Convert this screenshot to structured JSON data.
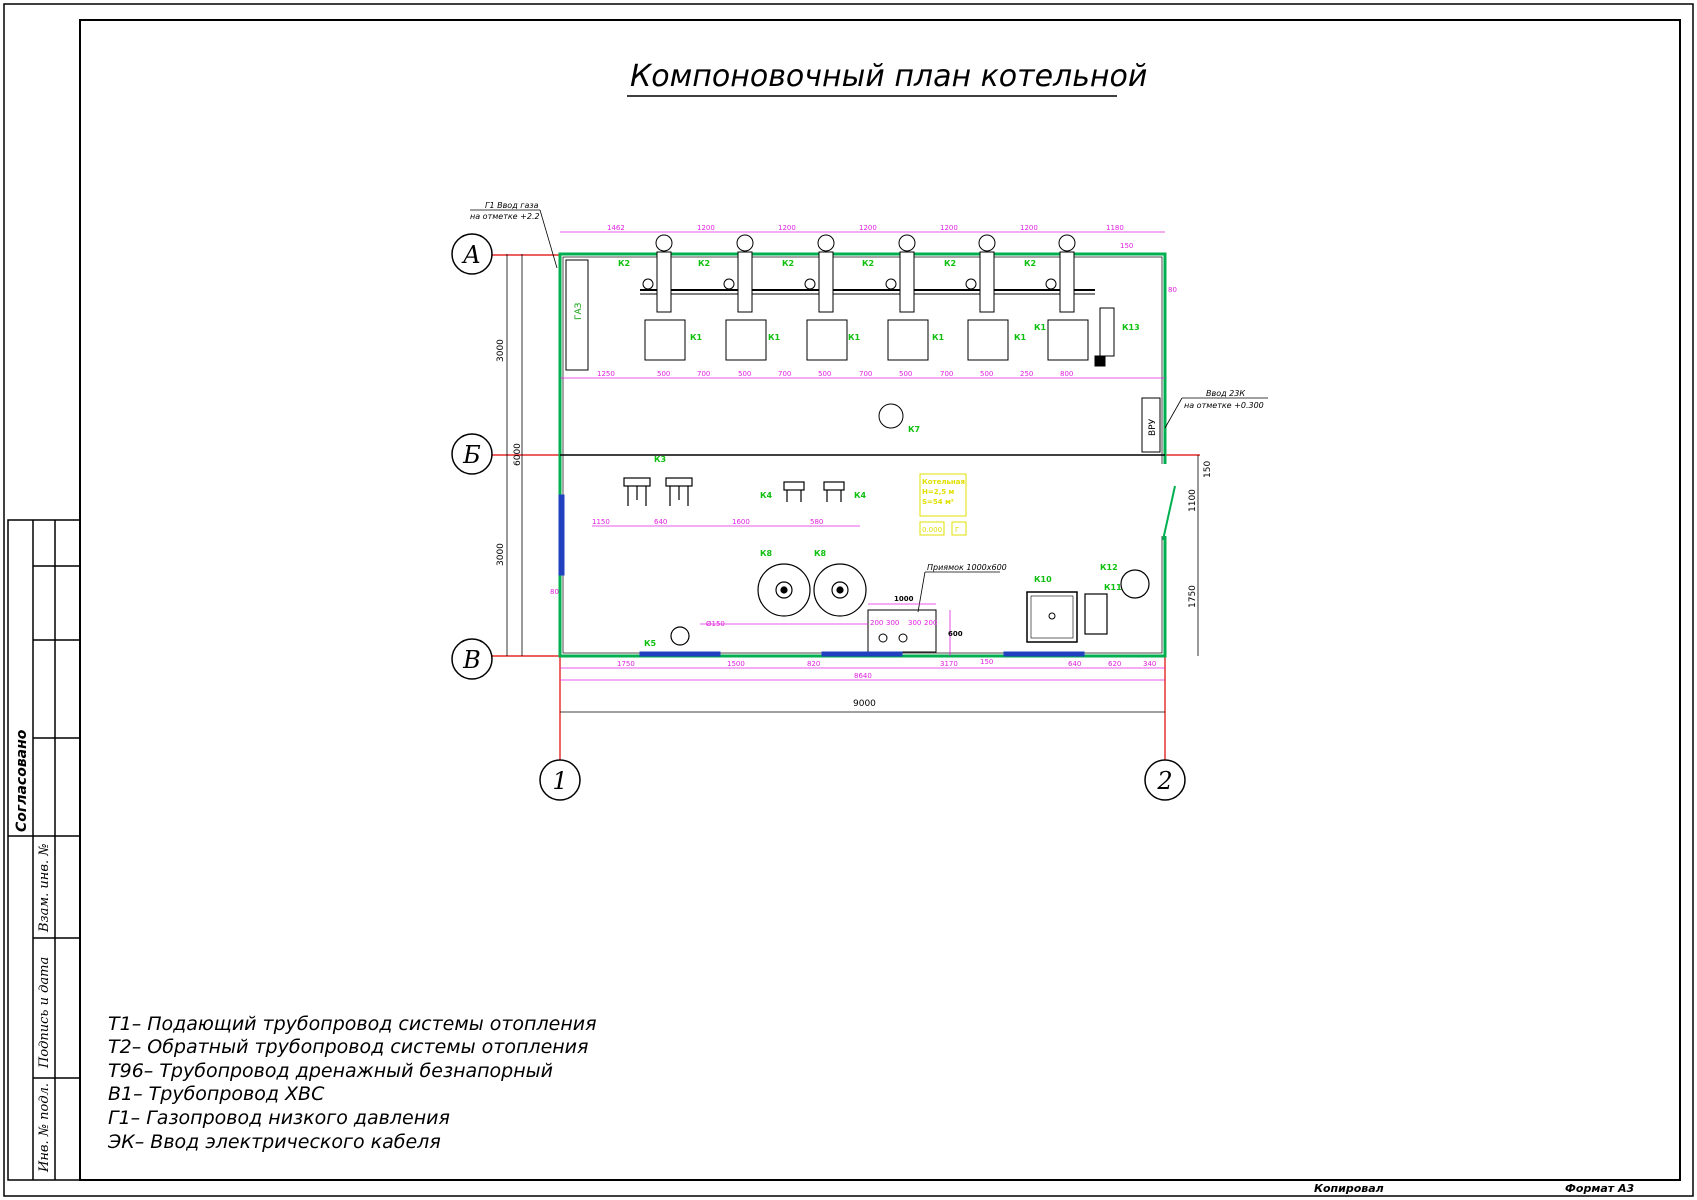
{
  "title": "Компоновочный план котельной",
  "gas_note": [
    "Г1 Ввод газа",
    "на отметке +2.2"
  ],
  "elec_note": [
    "Ввод 23К",
    "на отметке +0.300"
  ],
  "pit_label": "Приямок 1000х600",
  "axes_letters": [
    "А",
    "Б",
    "В"
  ],
  "axes_numbers": [
    "1",
    "2"
  ],
  "gas_label": "ГАЗ",
  "vru_label": "ВРУ",
  "room_info": [
    "Котельная",
    "H=2,5 м",
    "S=54 м²"
  ],
  "room_tags": [
    "0.000",
    "Г"
  ],
  "dims": {
    "top": [
      "1462",
      "1200",
      "1200",
      "1200",
      "1200",
      "1200",
      "1180"
    ],
    "mid": [
      "1250",
      "500",
      "700",
      "500",
      "700",
      "500",
      "700",
      "500",
      "700",
      "500",
      "250",
      "800"
    ],
    "row2": [
      "1150",
      "640",
      "1600",
      "580"
    ],
    "bottom": [
      "1750",
      "1500",
      "820",
      "3170",
      "640",
      "620",
      "340"
    ],
    "pit": [
      "1000",
      "200",
      "300",
      "300",
      "200",
      "600"
    ],
    "total_inner": "8640",
    "total": "9000",
    "left_a": "3000",
    "left_b": "3000",
    "left_total": "6000",
    "right": [
      "150",
      "1100",
      "1750"
    ],
    "misc": [
      "Ø150",
      "80",
      "150",
      "80",
      "150"
    ]
  },
  "equipment_tags": {
    "k1": "К1",
    "k2": "К2",
    "k3": "К3",
    "k4": "К4",
    "k5": "К5",
    "k7": "К7",
    "k8": "К8",
    "k10": "К10",
    "k11": "К11",
    "k12": "К12",
    "k13": "К13"
  },
  "legend": [
    "Т1– Подающий трубопровод системы отопления",
    "Т2– Обратный трубопровод системы отопления",
    "Т96– Трубопровод дренажный безнапорный",
    "В1– Трубопровод ХВС",
    "Г1– Газопровод низкого давления",
    "ЭК– Ввод электрического кабеля"
  ],
  "stamp": {
    "agreed": "Согласовано",
    "replaced_inv": "Взам. инв. №",
    "sign_date": "Подпись и дата",
    "orig_inv": "Инв. № подл."
  },
  "footer": {
    "copied": "Копировал",
    "format": "Формат А3"
  },
  "colors": {
    "dim": "#e020e0",
    "wall": "#00b050",
    "tag": "#10c010",
    "axis": "#e00000",
    "note": "#e0e000",
    "pipe": "#2040c0"
  }
}
